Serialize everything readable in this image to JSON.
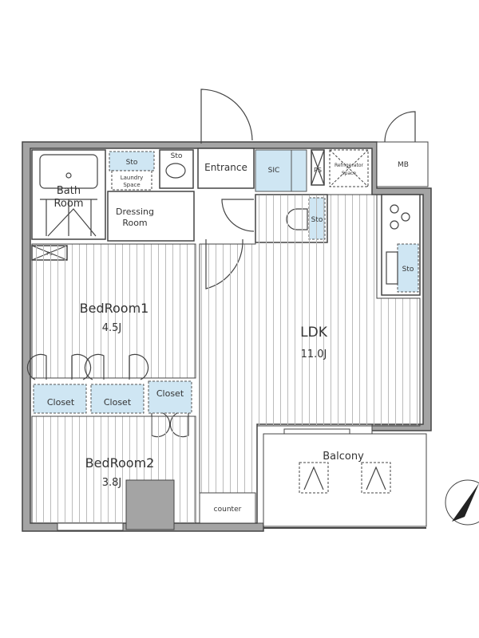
{
  "floorplan": {
    "rooms": {
      "bath": {
        "line1": "Bath",
        "line2": "Room"
      },
      "storage_top": "Sto",
      "laundry": {
        "line1": "Laundry",
        "line2": "Space"
      },
      "storage_sink": "Sto",
      "dressing": {
        "line1": "Dressing",
        "line2": "Room"
      },
      "ps_left": "PS",
      "entrance": "Entrance",
      "sic": "SIC",
      "ps_top": "PS",
      "refrigerator": {
        "line1": "Refrigerator",
        "line2": "Space"
      },
      "mb": "MB",
      "storage_toilet": "Sto",
      "storage_kitchen": "Sto",
      "bedroom1": {
        "name": "BedRoom1",
        "size": "4.5J"
      },
      "bedroom2": {
        "name": "BedRoom2",
        "size": "3.8J"
      },
      "closets": [
        "Closet",
        "Closet",
        "Closet"
      ],
      "ldk": {
        "name": "LDK",
        "size": "11.0J"
      },
      "counter": "counter",
      "balcony": "Balcony"
    },
    "colors": {
      "wall": "#a4a4a4",
      "storage": "#cfe6f3",
      "line": "#444444"
    }
  }
}
